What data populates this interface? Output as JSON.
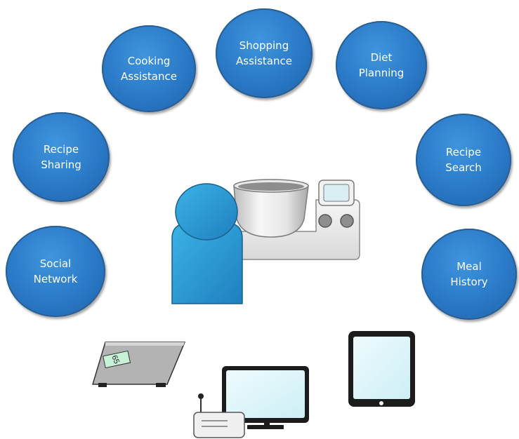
{
  "diagram": {
    "features": [
      {
        "id": "cooking",
        "label": "Cooking\nAssistance"
      },
      {
        "id": "shopping",
        "label": "Shopping\nAssistance"
      },
      {
        "id": "diet",
        "label": "Diet\nPlanning"
      },
      {
        "id": "sharing",
        "label": "Recipe\nSharing"
      },
      {
        "id": "search",
        "label": "Recipe\nSearch"
      },
      {
        "id": "social",
        "label": "Social\nNetwork"
      },
      {
        "id": "meal",
        "label": "Meal\nHistory"
      }
    ],
    "scale_display": "65"
  },
  "colors": {
    "bubble": "#2a79c7",
    "person": "#2f9ad6",
    "screen": "#d8f3f8",
    "device_frame": "#222222"
  },
  "icons": [
    "person-icon",
    "food-processor-icon",
    "kitchen-scale-icon",
    "monitor-icon",
    "router-icon",
    "tablet-icon"
  ]
}
